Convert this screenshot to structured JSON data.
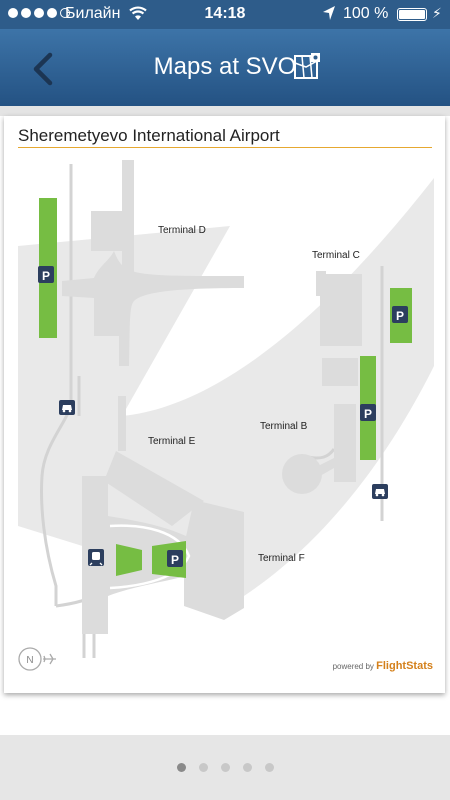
{
  "status_bar": {
    "carrier": "Билайн",
    "time": "14:18",
    "battery": "100 %"
  },
  "nav": {
    "title": "Maps at SVO"
  },
  "map": {
    "title": "Sheremetyevo International Airport",
    "terminals": {
      "d": "Terminal D",
      "c": "Terminal C",
      "b": "Terminal B",
      "e": "Terminal E",
      "f": "Terminal F"
    },
    "parking_label": "P",
    "compass": "N",
    "powered_by": "powered by",
    "brand": "FlightStats"
  },
  "pager": {
    "page_count": 5,
    "active_index": 0
  },
  "colors": {
    "nav_blue": "#2e5c8a",
    "parking_green": "#76bd43",
    "icon_navy": "#2c3e5e",
    "accent_orange": "#e6a830"
  }
}
